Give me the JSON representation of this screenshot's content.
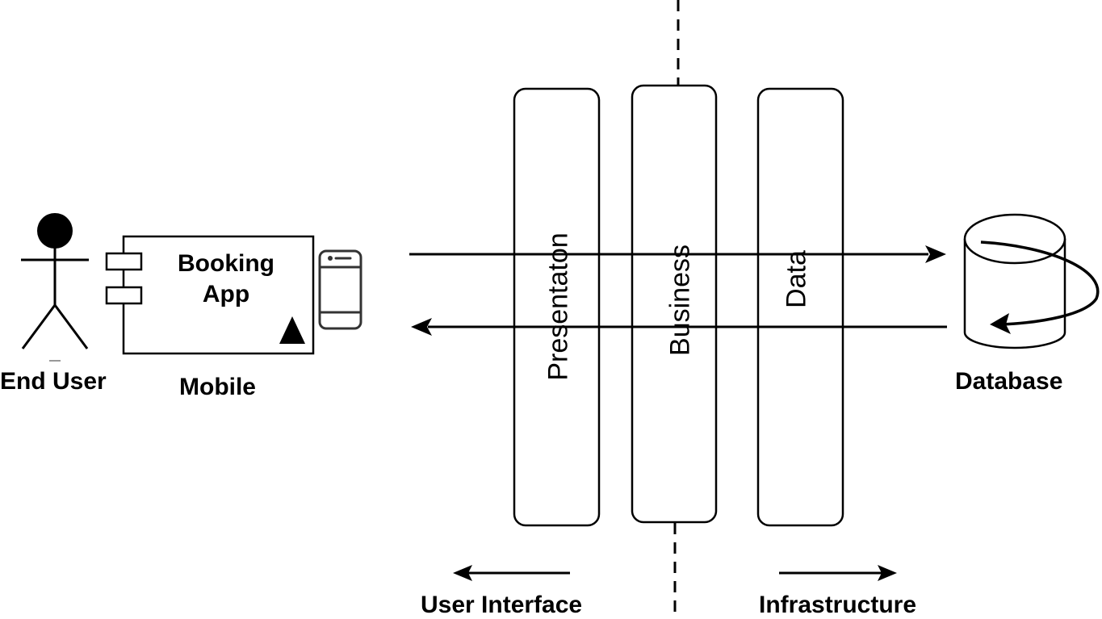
{
  "actor": {
    "label": "End User"
  },
  "component": {
    "name": "Booking App",
    "line1": "Booking",
    "line2": "App",
    "caption": "Mobile"
  },
  "layers": [
    {
      "label": "Presentaton"
    },
    {
      "label": "Business"
    },
    {
      "label": "Data"
    }
  ],
  "database": {
    "label": "Database"
  },
  "legend": {
    "left_label": "User Interface",
    "right_label": "Infrastructure"
  },
  "icons": [
    "actor-icon",
    "component-icon",
    "mobile-phone-icon",
    "database-icon"
  ],
  "colors": {
    "stroke": "#000000",
    "background": "#ffffff"
  }
}
